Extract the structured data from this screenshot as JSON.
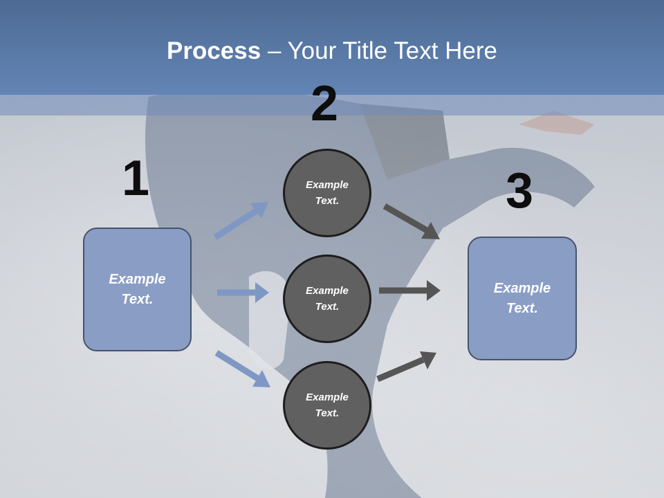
{
  "title": {
    "bold": "Process",
    "rest": " – Your Title Text Here"
  },
  "steps": [
    {
      "number": "1",
      "label": "Example\nText."
    },
    {
      "number": "2",
      "circles": [
        "Example\nText.",
        "Example\nText.",
        "Example\nText."
      ]
    },
    {
      "number": "3",
      "label": "Example\nText."
    }
  ],
  "colors": {
    "title_bar": "#5b7aa8",
    "box_fill": "#8a9dc5",
    "circle_fill": "#606060",
    "arrow_blue": "#7f97c4",
    "arrow_gray": "#555555"
  }
}
